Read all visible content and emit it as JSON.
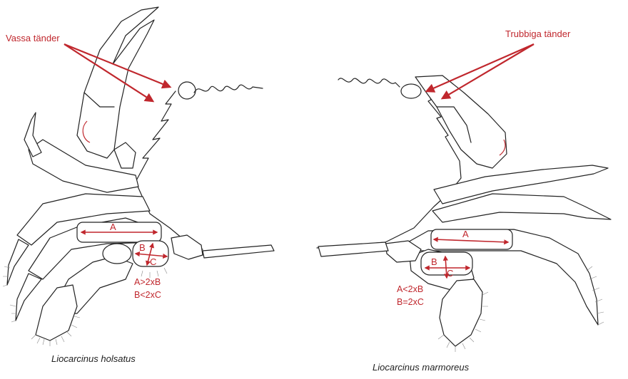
{
  "left": {
    "callout": "Vassa tänder",
    "species": "Liocarcinus holsatus",
    "label_a": "A",
    "label_b": "B",
    "label_c": "C",
    "formula_1": "A>2xB",
    "formula_2": "B<2xC"
  },
  "right": {
    "callout": "Trubbiga tänder",
    "species": "Liocarcinus marmoreus",
    "label_a": "A",
    "label_b": "B",
    "label_c": "C",
    "formula_1": "A<2xB",
    "formula_2": "B=2xC"
  },
  "colors": {
    "annotation": "#c0272d",
    "ink": "#222222"
  }
}
